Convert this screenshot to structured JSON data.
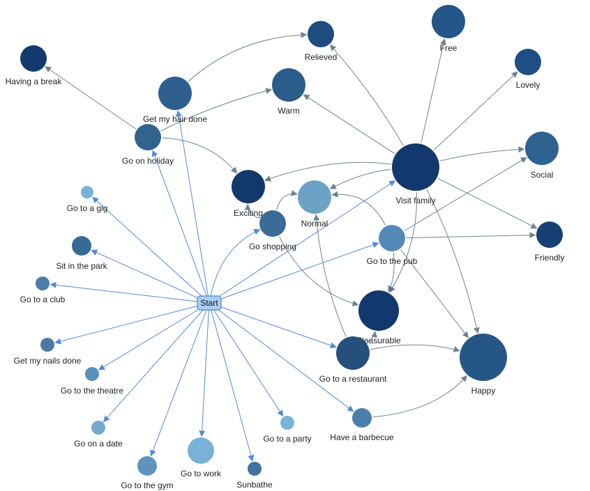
{
  "start": {
    "label": "Start",
    "fill": "#a9cdf5",
    "stroke": "#4a86d4"
  },
  "edge_colors": {
    "start": "#3b7fd9",
    "other": "#546e82"
  },
  "nodes": [
    {
      "id": "having-a-break",
      "label": "Having a break",
      "color": "#123a6e"
    },
    {
      "id": "get-my-hair-done",
      "label": "Get my hair done",
      "color": "#2e5f8d"
    },
    {
      "id": "relieved",
      "label": "Relieved",
      "color": "#1f4c7f"
    },
    {
      "id": "free",
      "label": "Free",
      "color": "#255689"
    },
    {
      "id": "lovely",
      "label": "Lovely",
      "color": "#1f4e82"
    },
    {
      "id": "warm",
      "label": "Warm",
      "color": "#2b5d8b"
    },
    {
      "id": "go-on-holiday",
      "label": "Go on holiday",
      "color": "#31638f"
    },
    {
      "id": "social",
      "label": "Social",
      "color": "#2e6290"
    },
    {
      "id": "visit-family",
      "label": "Visit family",
      "color": "#12386d"
    },
    {
      "id": "go-to-a-gig",
      "label": "Go to a gig",
      "color": "#79b2d6"
    },
    {
      "id": "exciting",
      "label": "Exciting",
      "color": "#12386c"
    },
    {
      "id": "normal",
      "label": "Normal",
      "color": "#6ba2c6"
    },
    {
      "id": "go-shopping",
      "label": "Go shopping",
      "color": "#3b6c97"
    },
    {
      "id": "friendly",
      "label": "Friendly",
      "color": "#163f75"
    },
    {
      "id": "go-to-the-pub",
      "label": "Go to the pub",
      "color": "#5389b6"
    },
    {
      "id": "sit-in-the-park",
      "label": "Sit in the park",
      "color": "#386a96"
    },
    {
      "id": "go-to-a-club",
      "label": "Go to a club",
      "color": "#4b7ea8"
    },
    {
      "id": "pleasurable",
      "label": "Pleasurable",
      "color": "#12386d"
    },
    {
      "id": "get-my-nails-done",
      "label": "Get my nails done",
      "color": "#4a7ba6"
    },
    {
      "id": "go-to-a-restaurant",
      "label": "Go to a restaurant",
      "color": "#254f7c"
    },
    {
      "id": "happy",
      "label": "Happy",
      "color": "#255686"
    },
    {
      "id": "go-to-the-theatre",
      "label": "Go to the theatre",
      "color": "#5b90ba"
    },
    {
      "id": "go-on-a-date",
      "label": "Go on a date",
      "color": "#73a9cf"
    },
    {
      "id": "go-to-a-party",
      "label": "Go to a party",
      "color": "#7ab3d8"
    },
    {
      "id": "have-a-barbecue",
      "label": "Have a barbecue",
      "color": "#4b7eaa"
    },
    {
      "id": "go-to-work",
      "label": "Go to work",
      "color": "#79b2d6"
    },
    {
      "id": "go-to-the-gym",
      "label": "Go to the gym",
      "color": "#5e94bc"
    },
    {
      "id": "sunbathe",
      "label": "Sunbathe",
      "color": "#41719d"
    }
  ],
  "edges": [
    {
      "source": "start",
      "target": "go-to-a-gig"
    },
    {
      "source": "start",
      "target": "sit-in-the-park"
    },
    {
      "source": "start",
      "target": "go-to-a-club"
    },
    {
      "source": "start",
      "target": "get-my-nails-done"
    },
    {
      "source": "start",
      "target": "go-to-the-theatre"
    },
    {
      "source": "start",
      "target": "go-on-a-date"
    },
    {
      "source": "start",
      "target": "go-to-the-gym"
    },
    {
      "source": "start",
      "target": "go-to-work"
    },
    {
      "source": "start",
      "target": "sunbathe"
    },
    {
      "source": "start",
      "target": "go-to-a-party"
    },
    {
      "source": "start",
      "target": "have-a-barbecue"
    },
    {
      "source": "start",
      "target": "go-to-a-restaurant"
    },
    {
      "source": "start",
      "target": "go-to-the-pub"
    },
    {
      "source": "start",
      "target": "visit-family"
    },
    {
      "source": "start",
      "target": "go-shopping"
    },
    {
      "source": "start",
      "target": "go-on-holiday"
    },
    {
      "source": "start",
      "target": "get-my-hair-done"
    },
    {
      "source": "go-on-holiday",
      "target": "having-a-break"
    },
    {
      "source": "go-on-holiday",
      "target": "warm"
    },
    {
      "source": "go-on-holiday",
      "target": "exciting"
    },
    {
      "source": "get-my-hair-done",
      "target": "relieved"
    },
    {
      "source": "visit-family",
      "target": "relieved"
    },
    {
      "source": "visit-family",
      "target": "free"
    },
    {
      "source": "visit-family",
      "target": "lovely"
    },
    {
      "source": "visit-family",
      "target": "warm"
    },
    {
      "source": "visit-family",
      "target": "social"
    },
    {
      "source": "visit-family",
      "target": "friendly"
    },
    {
      "source": "visit-family",
      "target": "happy"
    },
    {
      "source": "visit-family",
      "target": "exciting"
    },
    {
      "source": "visit-family",
      "target": "normal"
    },
    {
      "source": "visit-family",
      "target": "pleasurable"
    },
    {
      "source": "go-shopping",
      "target": "exciting"
    },
    {
      "source": "go-shopping",
      "target": "normal"
    },
    {
      "source": "go-shopping",
      "target": "pleasurable"
    },
    {
      "source": "go-to-the-pub",
      "target": "social"
    },
    {
      "source": "go-to-the-pub",
      "target": "friendly"
    },
    {
      "source": "go-to-the-pub",
      "target": "happy"
    },
    {
      "source": "go-to-the-pub",
      "target": "normal"
    },
    {
      "source": "go-to-the-pub",
      "target": "pleasurable"
    },
    {
      "source": "go-to-a-restaurant",
      "target": "pleasurable"
    },
    {
      "source": "go-to-a-restaurant",
      "target": "normal"
    },
    {
      "source": "go-to-a-restaurant",
      "target": "happy"
    },
    {
      "source": "have-a-barbecue",
      "target": "happy"
    }
  ]
}
